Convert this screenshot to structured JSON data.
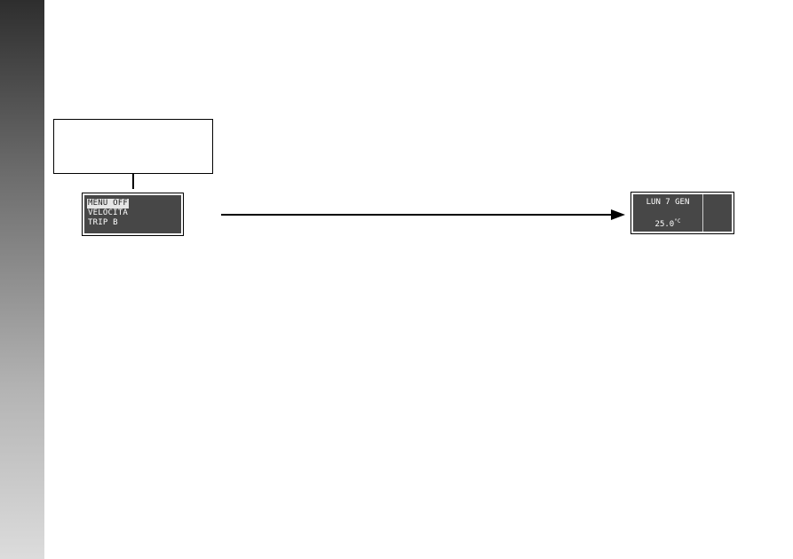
{
  "menu_display": {
    "items": [
      {
        "label": "MENU OFF",
        "selected": true
      },
      {
        "label": "VELOCITA",
        "selected": false
      },
      {
        "label": "TRIP B",
        "selected": false
      }
    ]
  },
  "status_display": {
    "date": "LUN 7 GEN",
    "temperature": "25.0",
    "temperature_unit": "°C"
  },
  "colors": {
    "display_background": "#474747",
    "display_text": "#ffffff",
    "selected_highlight": "#e6e6e6",
    "side_bar_top": "#2e2e2e",
    "side_bar_bottom": "#dcdcdc"
  }
}
